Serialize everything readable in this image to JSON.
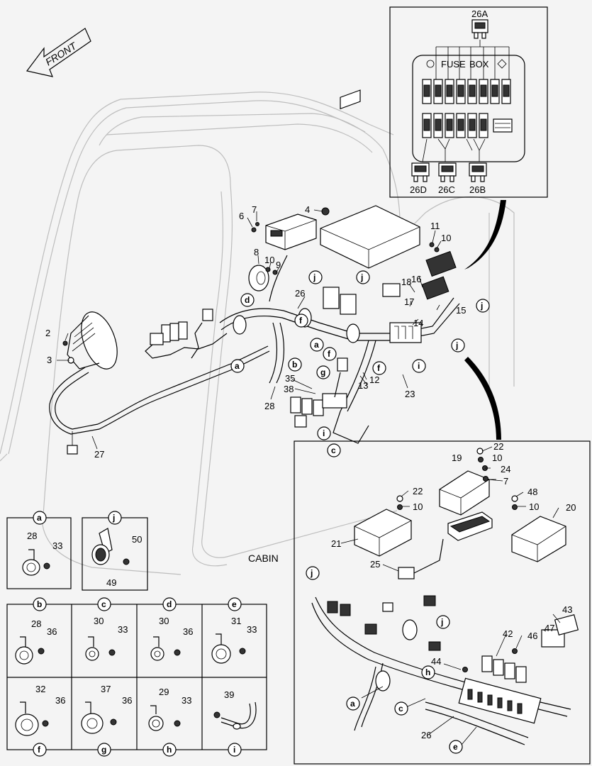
{
  "front_label": "FRONT",
  "cabin_label": "CABIN",
  "fuse_box": {
    "title_left": "FUSE",
    "title_right": "BOX",
    "top_label": "26A",
    "bottom_labels": [
      "26D",
      "26C",
      "26B"
    ]
  },
  "main_callouts": [
    {
      "id": "c6",
      "text": "6"
    },
    {
      "id": "c7",
      "text": "7"
    },
    {
      "id": "c4",
      "text": "4"
    },
    {
      "id": "c11",
      "text": "11"
    },
    {
      "id": "c10a",
      "text": "10"
    },
    {
      "id": "c8",
      "text": "8"
    },
    {
      "id": "c10b",
      "text": "10"
    },
    {
      "id": "c9",
      "text": "9"
    },
    {
      "id": "c18",
      "text": "18"
    },
    {
      "id": "c16",
      "text": "16"
    },
    {
      "id": "c26",
      "text": "26"
    },
    {
      "id": "c15",
      "text": "15"
    },
    {
      "id": "c17",
      "text": "17"
    },
    {
      "id": "c14",
      "text": "14"
    },
    {
      "id": "c2",
      "text": "2"
    },
    {
      "id": "c3",
      "text": "3"
    },
    {
      "id": "c35",
      "text": "35"
    },
    {
      "id": "c38",
      "text": "38"
    },
    {
      "id": "c13",
      "text": "13"
    },
    {
      "id": "c12",
      "text": "12"
    },
    {
      "id": "c23",
      "text": "23"
    },
    {
      "id": "c28",
      "text": "28"
    },
    {
      "id": "c27",
      "text": "27"
    }
  ],
  "main_letters": [
    {
      "id": "la1",
      "text": "a"
    },
    {
      "id": "la2",
      "text": "a"
    },
    {
      "id": "ld",
      "text": "d"
    },
    {
      "id": "lj1",
      "text": "j"
    },
    {
      "id": "lj2",
      "text": "j"
    },
    {
      "id": "lj3",
      "text": "j"
    },
    {
      "id": "lj4",
      "text": "j"
    },
    {
      "id": "lf1",
      "text": "f"
    },
    {
      "id": "lf2",
      "text": "f"
    },
    {
      "id": "lf3",
      "text": "f"
    },
    {
      "id": "lb",
      "text": "b"
    },
    {
      "id": "lg",
      "text": "g"
    },
    {
      "id": "li1",
      "text": "i"
    },
    {
      "id": "li2",
      "text": "i"
    },
    {
      "id": "lc",
      "text": "c"
    }
  ],
  "detail_callouts": [
    {
      "id": "d22a",
      "text": "22"
    },
    {
      "id": "d19",
      "text": "19"
    },
    {
      "id": "d10a",
      "text": "10"
    },
    {
      "id": "d24",
      "text": "24"
    },
    {
      "id": "d7",
      "text": "7"
    },
    {
      "id": "d22b",
      "text": "22"
    },
    {
      "id": "d10b",
      "text": "10"
    },
    {
      "id": "d48",
      "text": "48"
    },
    {
      "id": "d10c",
      "text": "10"
    },
    {
      "id": "d20",
      "text": "20"
    },
    {
      "id": "d21",
      "text": "21"
    },
    {
      "id": "d25",
      "text": "25"
    },
    {
      "id": "d43",
      "text": "43"
    },
    {
      "id": "d42",
      "text": "42"
    },
    {
      "id": "d46",
      "text": "46"
    },
    {
      "id": "d47",
      "text": "47"
    },
    {
      "id": "d44",
      "text": "44"
    },
    {
      "id": "d26",
      "text": "26"
    }
  ],
  "detail_letters": [
    {
      "id": "dj1",
      "text": "j"
    },
    {
      "id": "dj2",
      "text": "j"
    },
    {
      "id": "dh",
      "text": "h"
    },
    {
      "id": "da",
      "text": "a"
    },
    {
      "id": "dc",
      "text": "c"
    },
    {
      "id": "de",
      "text": "e"
    }
  ],
  "clamp_panels": [
    {
      "id": "pa",
      "letter": "a",
      "labels": [
        "28",
        "33"
      ]
    },
    {
      "id": "pj",
      "letter": "j",
      "labels": [
        "50",
        "49"
      ]
    },
    {
      "id": "pb",
      "letter": "b",
      "labels": [
        "28",
        "36"
      ]
    },
    {
      "id": "pc",
      "letter": "c",
      "labels": [
        "30",
        "33"
      ]
    },
    {
      "id": "pd",
      "letter": "d",
      "labels": [
        "30",
        "36"
      ]
    },
    {
      "id": "pe",
      "letter": "e",
      "labels": [
        "31",
        "33"
      ]
    },
    {
      "id": "pf",
      "letter": "f",
      "labels": [
        "32",
        "36"
      ]
    },
    {
      "id": "pg",
      "letter": "g",
      "labels": [
        "37",
        "36"
      ]
    },
    {
      "id": "ph",
      "letter": "h",
      "labels": [
        "29",
        "33"
      ]
    },
    {
      "id": "pi",
      "letter": "i",
      "labels": [
        "39"
      ]
    }
  ]
}
